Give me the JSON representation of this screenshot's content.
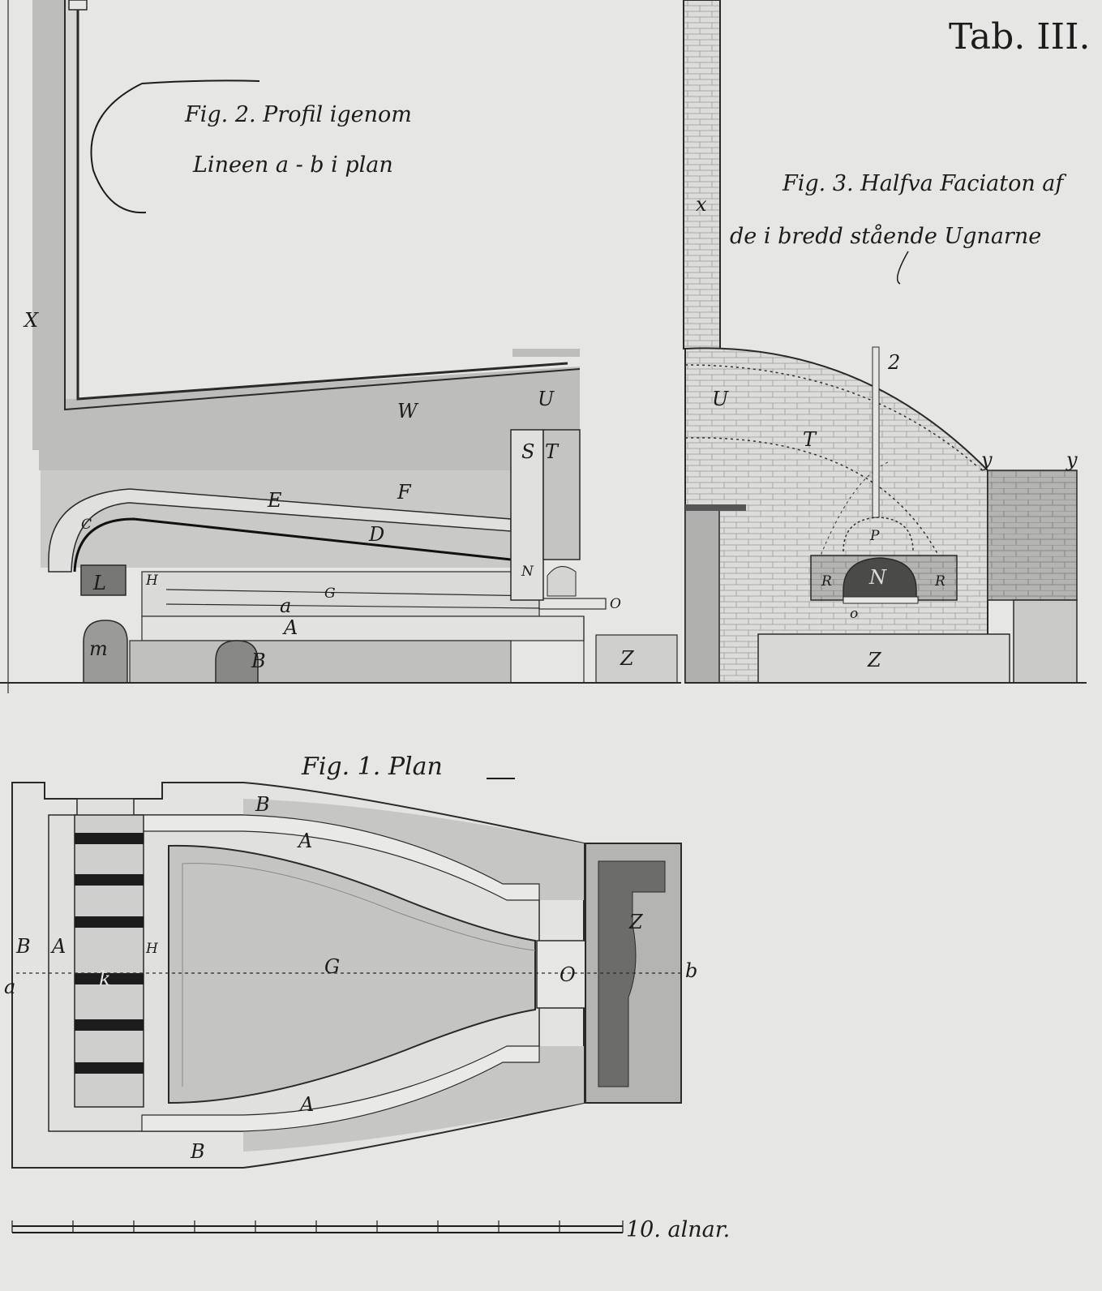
{
  "sheet": {
    "plate_title": "Tab. III.",
    "scale_label": "10. alnar."
  },
  "fig2": {
    "caption_line1": "Fig. 2. Profil igenom",
    "caption_line2": "Lineen a - b i plan",
    "labels": {
      "X": "X",
      "W": "W",
      "U": "U",
      "S": "S",
      "T": "T",
      "E": "E",
      "F": "F",
      "C": "C",
      "D": "D",
      "L": "L",
      "H": "H",
      "G": "G",
      "N": "N",
      "a": "a",
      "O": "O",
      "A": "A",
      "M": "m",
      "B": "B",
      "Z": "Z"
    }
  },
  "fig3": {
    "caption_line1": "Fig. 3. Halfva Faciaton af",
    "caption_line2": "de i bredd stående Ugnarne",
    "labels": {
      "X": "x",
      "U": "U",
      "T": "T",
      "two": "2",
      "y1": "y",
      "y2": "y",
      "P": "P",
      "N": "N",
      "R1": "R",
      "R2": "R",
      "O": "o",
      "Z": "Z"
    }
  },
  "fig1": {
    "caption": "Fig. 1. Plan",
    "labels": {
      "B_top": "B",
      "A_top": "A",
      "B_left": "B",
      "A_left": "A",
      "H": "H",
      "K": "k",
      "G": "G",
      "O": "O",
      "Z": "Z",
      "a": "a",
      "b": "b",
      "A_bottom": "A",
      "B_bottom": "B"
    }
  }
}
